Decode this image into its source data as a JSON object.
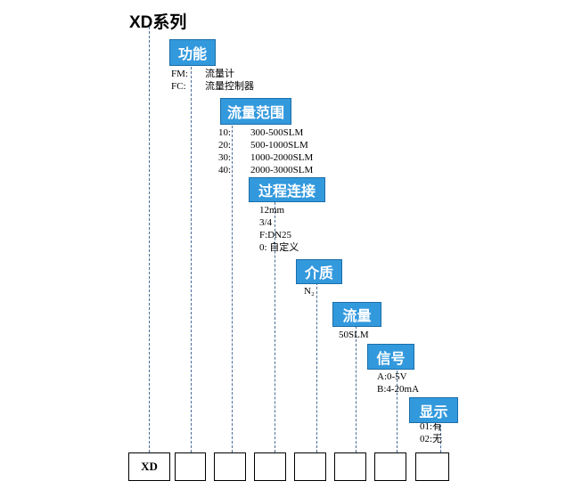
{
  "title": "XD系列",
  "sections": [
    {
      "id": "function",
      "label": "功能",
      "options": [
        {
          "code": "FM:",
          "desc": "流量计"
        },
        {
          "code": "FC:",
          "desc": "流量控制器"
        }
      ]
    },
    {
      "id": "flow-range",
      "label": "流量范围",
      "options": [
        {
          "code": "10:",
          "desc": "300-500SLM"
        },
        {
          "code": "20:",
          "desc": "500-1000SLM"
        },
        {
          "code": "30:",
          "desc": "1000-2000SLM"
        },
        {
          "code": "40:",
          "desc": "2000-3000SLM"
        }
      ]
    },
    {
      "id": "process-connection",
      "label": "过程连接",
      "options": [
        {
          "code": "",
          "desc": "12mm"
        },
        {
          "code": "",
          "desc": "3/4"
        },
        {
          "code": "",
          "desc": "F:DN25"
        },
        {
          "code": "",
          "desc": "0: 自定义"
        }
      ]
    },
    {
      "id": "medium",
      "label": "介质",
      "options": [
        {
          "code": "",
          "desc": "N₂"
        }
      ]
    },
    {
      "id": "flow",
      "label": "流量",
      "options": [
        {
          "code": "",
          "desc": "50SLM"
        }
      ]
    },
    {
      "id": "signal",
      "label": "信号",
      "options": [
        {
          "code": "",
          "desc": "A:0-5V"
        },
        {
          "code": "",
          "desc": "B:4-20mA"
        }
      ]
    },
    {
      "id": "display",
      "label": "显示",
      "options": [
        {
          "code": "",
          "desc": "01:有"
        },
        {
          "code": "",
          "desc": "02:无"
        }
      ]
    }
  ],
  "code_boxes": [
    {
      "value": "XD"
    },
    {
      "value": ""
    },
    {
      "value": ""
    },
    {
      "value": ""
    },
    {
      "value": ""
    },
    {
      "value": ""
    },
    {
      "value": ""
    },
    {
      "value": ""
    }
  ],
  "colors": {
    "header_fill": "#3399dd",
    "header_border": "#1b6ea8",
    "line": "#4a6d96",
    "box_border": "#000000",
    "text": "#000000"
  }
}
